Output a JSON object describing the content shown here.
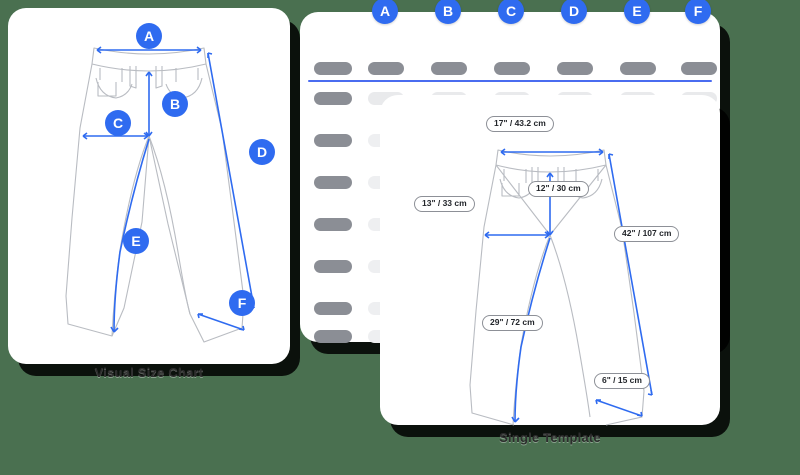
{
  "background_color": "#4a7050",
  "accent_color": "#2f6bf0",
  "visual_chart_card": {
    "caption": "Visual Size Chart",
    "markers": [
      {
        "letter": "A",
        "meaning": "waist-width"
      },
      {
        "letter": "B",
        "meaning": "front-rise"
      },
      {
        "letter": "C",
        "meaning": "thigh-width"
      },
      {
        "letter": "D",
        "meaning": "outseam"
      },
      {
        "letter": "E",
        "meaning": "inseam"
      },
      {
        "letter": "F",
        "meaning": "leg-opening"
      }
    ]
  },
  "size_table_card": {
    "column_badges": [
      "A",
      "B",
      "C",
      "D",
      "E",
      "F"
    ],
    "header_row_placeholders": 7,
    "body_rows": 7,
    "placeholder_columns": 7,
    "divider_color": "#4a6cf0",
    "placeholder_dark_color": "#8b8e95",
    "placeholder_light_color": "#e9eaec"
  },
  "single_template_card": {
    "caption": "Single Template",
    "measurements": [
      {
        "id": "waist",
        "label": "17\" / 43.2 cm"
      },
      {
        "id": "front-rise",
        "label": "12\" / 30 cm"
      },
      {
        "id": "thigh",
        "label": "13\" / 33 cm"
      },
      {
        "id": "outseam",
        "label": "42\" / 107 cm"
      },
      {
        "id": "inseam",
        "label": "29\" / 72 cm"
      },
      {
        "id": "leg-opening",
        "label": "6\" / 15 cm"
      }
    ]
  }
}
